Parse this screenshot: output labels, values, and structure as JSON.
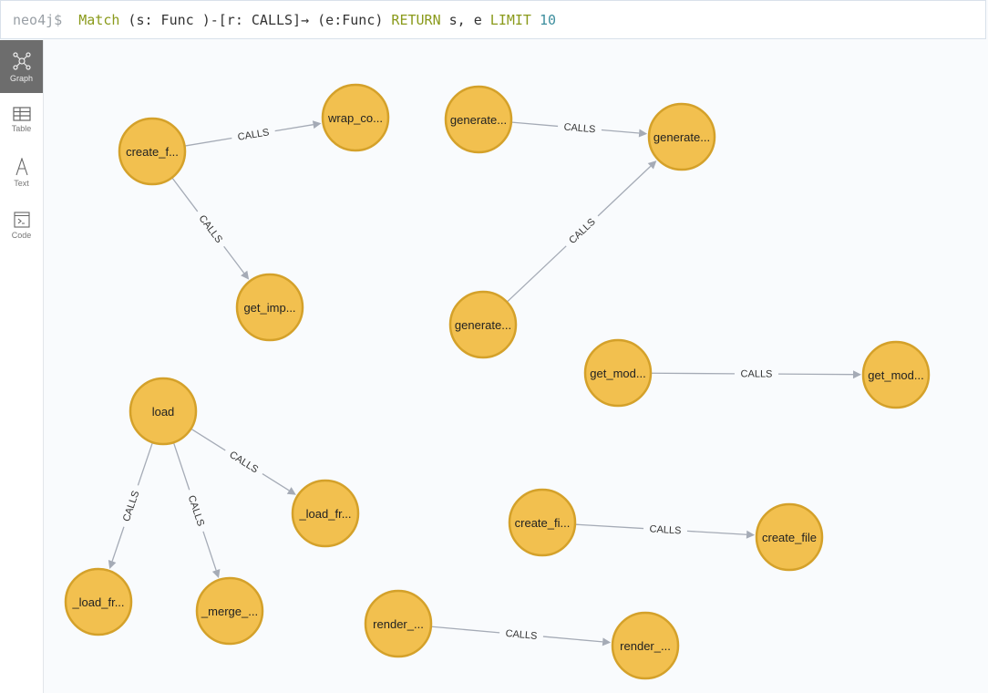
{
  "query": {
    "prompt": "neo4j$",
    "parts": [
      {
        "t": "Match",
        "c": "kw"
      },
      {
        "t": " (s: Func )-[r: CALLS]→ (e:Func) ",
        "c": "txt"
      },
      {
        "t": "RETURN",
        "c": "kw"
      },
      {
        "t": " s, e ",
        "c": "txt"
      },
      {
        "t": "LIMIT",
        "c": "kw"
      },
      {
        "t": " ",
        "c": "txt"
      },
      {
        "t": "10",
        "c": "num"
      }
    ]
  },
  "sidebar": {
    "items": [
      {
        "label": "Graph",
        "icon": "graph-icon",
        "active": true
      },
      {
        "label": "Table",
        "icon": "table-icon",
        "active": false
      },
      {
        "label": "Text",
        "icon": "text-icon",
        "active": false
      },
      {
        "label": "Code",
        "icon": "code-icon",
        "active": false
      }
    ]
  },
  "graph": {
    "node_color": "#f2c04f",
    "node_border": "#d4a12a",
    "edge_color": "#a5abb6",
    "nodes": [
      {
        "label": "create_f..."
      },
      {
        "label": "wrap_co..."
      },
      {
        "label": "get_imp..."
      },
      {
        "label": "generate..."
      },
      {
        "label": "generate..."
      },
      {
        "label": "generate..."
      },
      {
        "label": "get_mod..."
      },
      {
        "label": "get_mod..."
      },
      {
        "label": "load"
      },
      {
        "label": "_load_fr..."
      },
      {
        "label": "_load_fr..."
      },
      {
        "label": "_merge_..."
      },
      {
        "label": "create_fi..."
      },
      {
        "label": "create_file"
      },
      {
        "label": "render_..."
      },
      {
        "label": "render_..."
      }
    ],
    "edges": [
      {
        "source": 0,
        "target": 1,
        "label": "CALLS"
      },
      {
        "source": 0,
        "target": 2,
        "label": "CALLS"
      },
      {
        "source": 3,
        "target": 4,
        "label": "CALLS"
      },
      {
        "source": 5,
        "target": 4,
        "label": "CALLS"
      },
      {
        "source": 6,
        "target": 7,
        "label": "CALLS"
      },
      {
        "source": 8,
        "target": 9,
        "label": "CALLS"
      },
      {
        "source": 8,
        "target": 10,
        "label": "CALLS"
      },
      {
        "source": 8,
        "target": 11,
        "label": "CALLS"
      },
      {
        "source": 12,
        "target": 13,
        "label": "CALLS"
      },
      {
        "source": 14,
        "target": 15,
        "label": "CALLS"
      }
    ]
  }
}
